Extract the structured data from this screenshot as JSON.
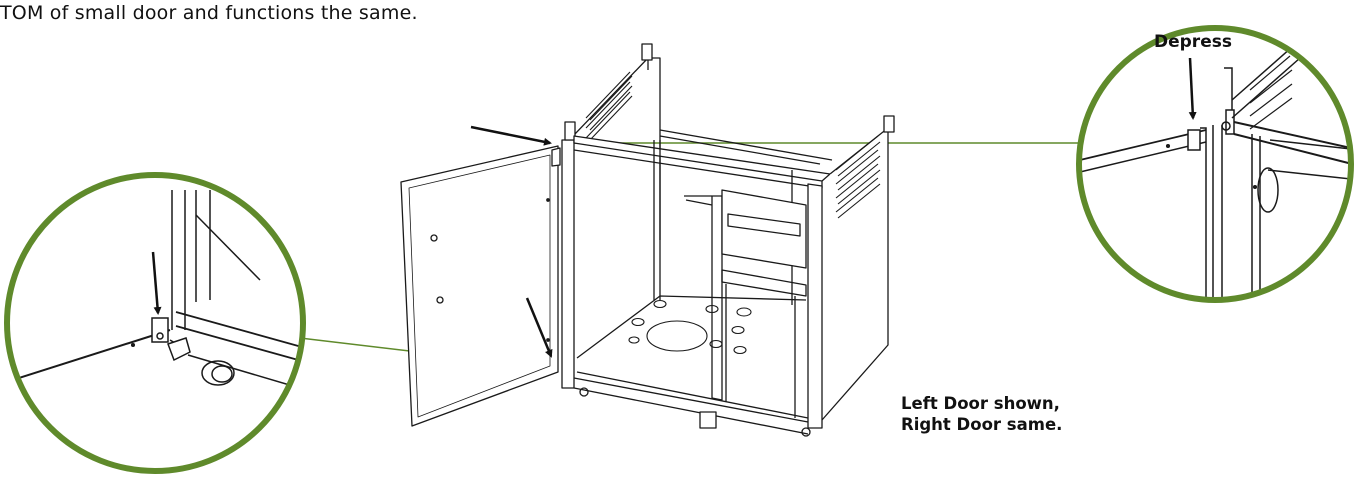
{
  "instruction_text": "TOM of small door and functions the same.",
  "callout_depress_label": "Depress",
  "caption": {
    "line1": "Left Door shown,",
    "line2": "Right Door same."
  },
  "colors": {
    "callout_ring": "#5f8a2b",
    "leader_line": "#5f8a2b",
    "drawing_line": "#1a1a1a"
  }
}
